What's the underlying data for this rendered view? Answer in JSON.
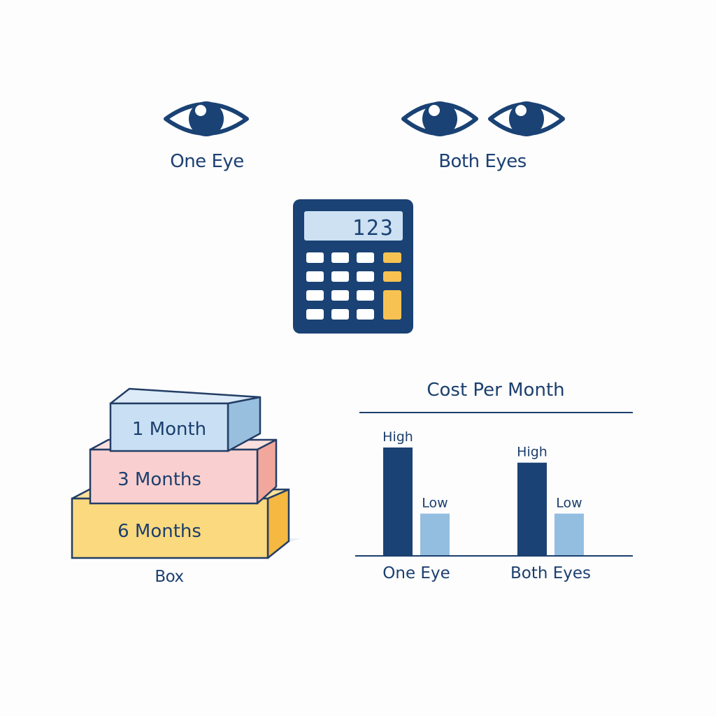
{
  "colors": {
    "navy": "#1a4274",
    "light_blue": "#94bee0",
    "screen_blue": "#cde1f3",
    "accent_yellow": "#f8c253",
    "box_blue": "#c9e0f4",
    "box_pink": "#f9d0cf",
    "box_yellow": "#fbd97e"
  },
  "eyes": {
    "one_eye_label": "One Eye",
    "both_eyes_label": "Both Eyes"
  },
  "calculator": {
    "display": "123"
  },
  "boxes": {
    "items": [
      {
        "label": "1 Month"
      },
      {
        "label": "3 Months"
      },
      {
        "label": "6 Months"
      }
    ],
    "caption": "Box"
  },
  "chart_data": {
    "type": "bar",
    "title": "Cost Per Month",
    "categories": [
      "One Eye",
      "Both Eyes"
    ],
    "series": [
      {
        "name": "High",
        "values": [
          1.0,
          0.86
        ]
      },
      {
        "name": "Low",
        "values": [
          0.39,
          0.39
        ]
      }
    ],
    "data_labels": [
      [
        "High",
        "Low"
      ],
      [
        "High",
        "Low"
      ]
    ],
    "ylim": [
      0,
      1
    ],
    "grid": false
  }
}
